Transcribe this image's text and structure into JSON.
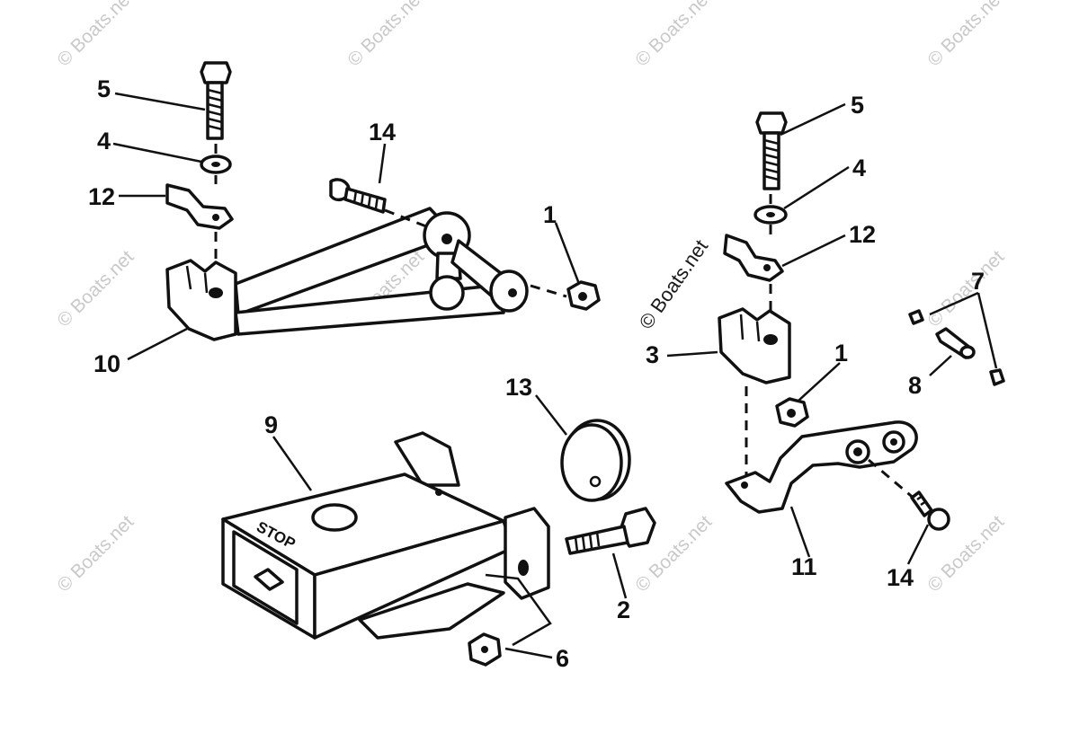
{
  "watermark": {
    "text": "© Boats.net",
    "overlay_text": "© Boats.net"
  },
  "engraving": {
    "stop_text": "STOP"
  },
  "callouts": {
    "c5_left": "5",
    "c4_left": "4",
    "c12_left": "12",
    "c14_top": "14",
    "c1_left": "1",
    "c10": "10",
    "c9": "9",
    "c13": "13",
    "c2": "2",
    "c6": "6",
    "c5_right": "5",
    "c4_right": "4",
    "c12_right": "12",
    "c3": "3",
    "c1_right": "1",
    "c7": "7",
    "c8": "8",
    "c11": "11",
    "c14_right": "14"
  }
}
